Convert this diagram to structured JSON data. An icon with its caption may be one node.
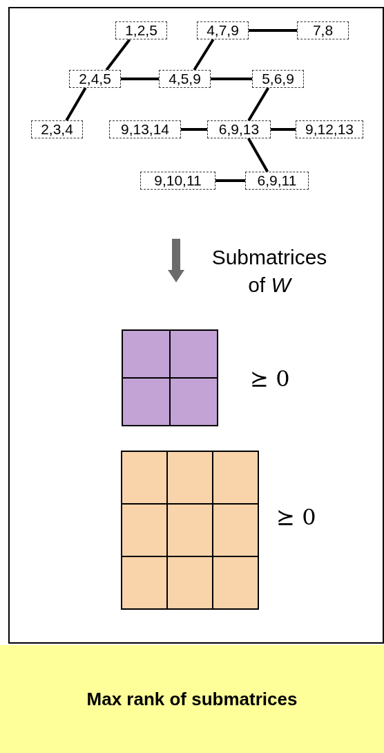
{
  "diagram": {
    "nodes": [
      {
        "text": [
          "1,2,5"
        ]
      },
      {
        "text": [
          "4,7,9"
        ]
      },
      {
        "text": [
          "7,8"
        ]
      },
      {
        "text": [
          "2,4,5"
        ]
      },
      {
        "text": [
          "4,5,9"
        ]
      },
      {
        "text": [
          "5,6,9"
        ]
      },
      {
        "text": [
          "2,3,4"
        ]
      },
      {
        "text": [
          "9,13,14"
        ]
      },
      {
        "text": [
          "6,9,13"
        ]
      },
      {
        "text": [
          "9,12,13"
        ]
      },
      {
        "text": [
          "9,10,11"
        ]
      },
      {
        "text": [
          "6,9,11"
        ]
      },
      {
        "text": [
          "Max rank of submatrices"
        ]
      }
    ],
    "edges": [
      {
        "from": 0,
        "to": 3,
        "arrow": "none"
      },
      {
        "from": 1,
        "to": 2,
        "arrow": "none"
      },
      {
        "from": 1,
        "to": 4,
        "arrow": "none"
      },
      {
        "from": 3,
        "to": 4,
        "arrow": "none"
      },
      {
        "from": 4,
        "to": 5,
        "arrow": "none"
      },
      {
        "from": 3,
        "to": 6,
        "arrow": "none"
      },
      {
        "from": 5,
        "to": 8,
        "arrow": "none"
      },
      {
        "from": 7,
        "to": 8,
        "arrow": "none"
      },
      {
        "from": 8,
        "to": 9,
        "arrow": "none"
      },
      {
        "from": 8,
        "to": 11,
        "arrow": "none"
      },
      {
        "from": 10,
        "to": 11,
        "arrow": "none"
      }
    ],
    "labels": [
      "Submatrices of *W*",
      "⪰ 0",
      "⪰ 0"
    ]
  }
}
